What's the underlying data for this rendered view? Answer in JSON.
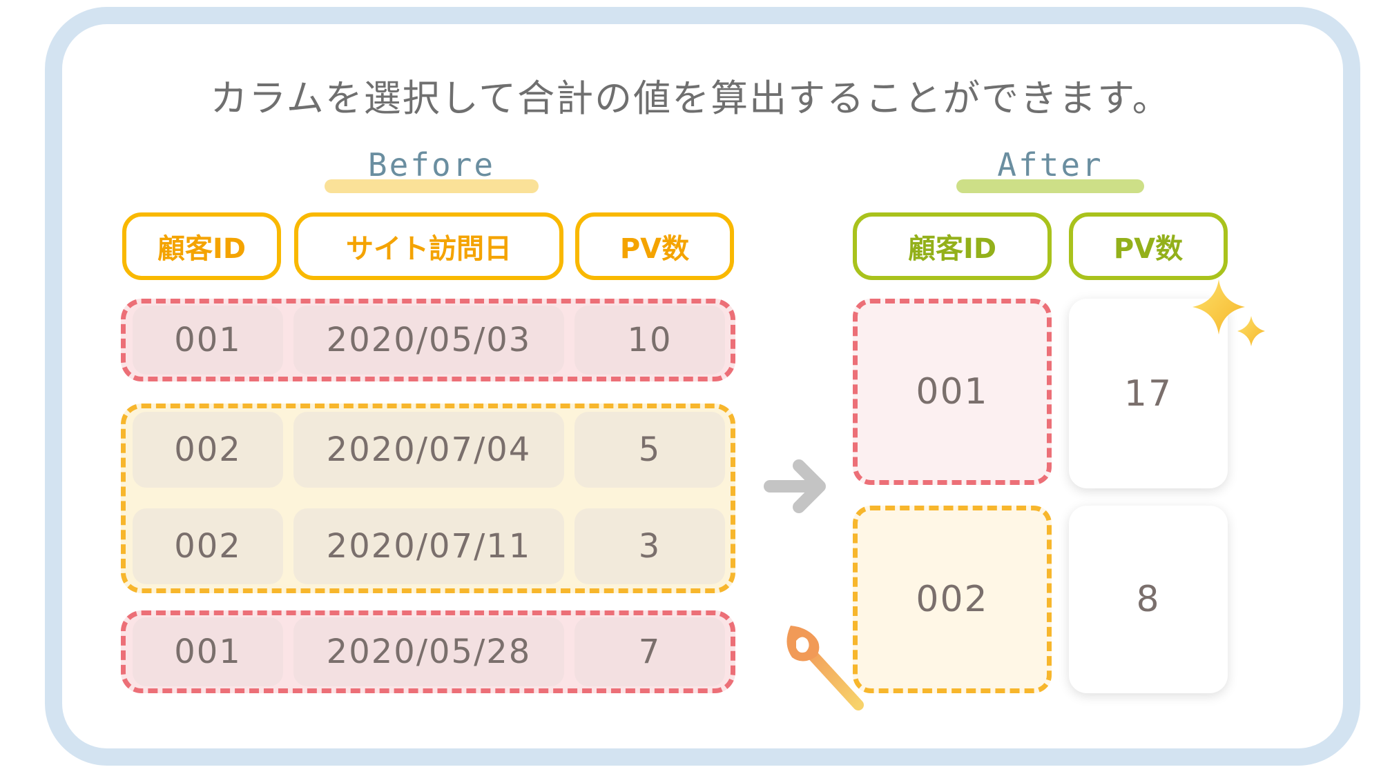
{
  "headline": "カラムを選択して合計の値を算出することができます。",
  "before": {
    "title": "Before",
    "headers": [
      "顧客ID",
      "サイト訪問日",
      "PV数"
    ],
    "rows": [
      [
        "001",
        "2020/05/03",
        "10"
      ],
      [
        "002",
        "2020/07/04",
        "5"
      ],
      [
        "002",
        "2020/07/11",
        "3"
      ],
      [
        "001",
        "2020/05/28",
        "7"
      ]
    ]
  },
  "after": {
    "title": "After",
    "headers": [
      "顧客ID",
      "PV数"
    ],
    "rows": [
      [
        "001",
        "17"
      ],
      [
        "002",
        "8"
      ]
    ]
  },
  "colors": {
    "frame": "#d3e3f1",
    "before_header": "#f9b800",
    "after_header": "#a9c21c",
    "group_001": "#ec6f77",
    "group_002": "#f7b62c",
    "before_underline": "#fae198",
    "after_underline": "#cddf87",
    "arrow": "#c4c4c4"
  },
  "icons": {
    "arrow": "arrow-right-icon",
    "sparkle": "sparkle-icon",
    "brush": "paint-brush-icon"
  }
}
